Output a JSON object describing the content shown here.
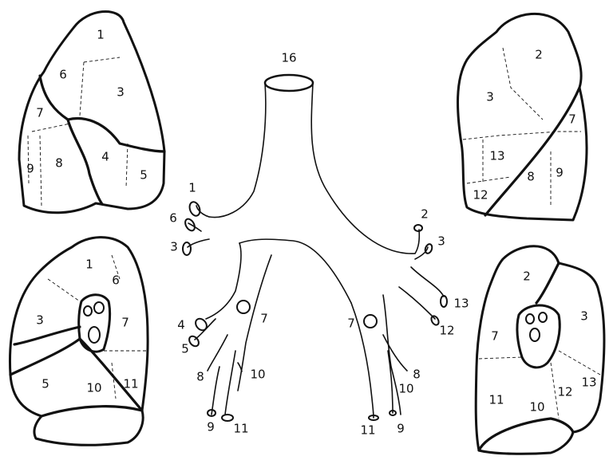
{
  "figure": {
    "trachea_label": "16",
    "right_lung_top": [
      "1",
      "6",
      "3",
      "7",
      "9",
      "8",
      "4",
      "5"
    ],
    "left_lung_top": [
      "2",
      "3",
      "7",
      "13",
      "8",
      "9",
      "12"
    ],
    "right_lung_bottom": [
      "1",
      "6",
      "3",
      "7",
      "5",
      "10",
      "11"
    ],
    "left_lung_bottom": [
      "2",
      "3",
      "7",
      "11",
      "10",
      "12",
      "13"
    ],
    "right_bronchi": [
      "1",
      "6",
      "3",
      "4",
      "5",
      "7",
      "8",
      "10",
      "9",
      "11"
    ],
    "left_bronchi": [
      "2",
      "3",
      "13",
      "12",
      "7",
      "8",
      "10",
      "11",
      "9"
    ]
  }
}
